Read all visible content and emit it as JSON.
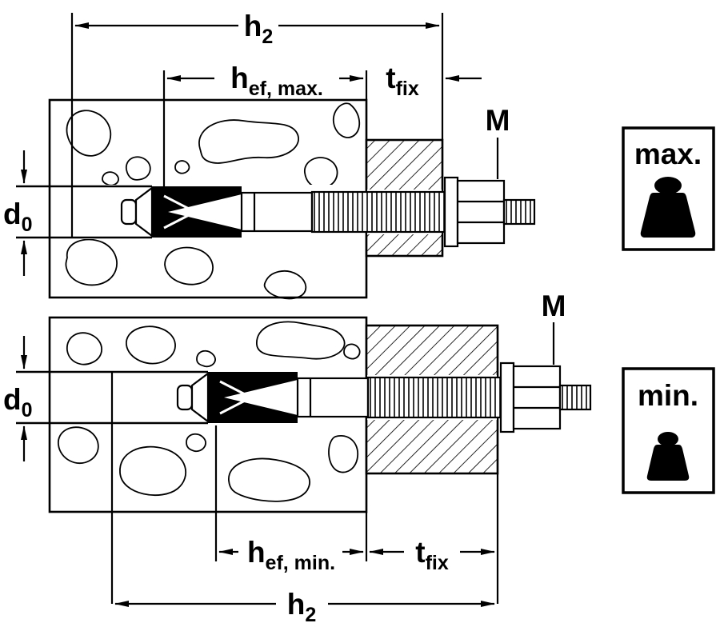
{
  "figure": {
    "type": "technical-diagram",
    "subject": "Bolt anchor installation cross-section with maximum and minimum embedment depth",
    "colors": {
      "line": "#000000",
      "background": "#ffffff",
      "fill": "#000000"
    }
  },
  "top": {
    "h2": {
      "base": "h",
      "sub": "2"
    },
    "hef": {
      "base": "h",
      "sub": "ef, max."
    },
    "tfix": {
      "base": "t",
      "sub": "fix"
    },
    "m": "M",
    "d0": {
      "base": "d",
      "sub": "0"
    }
  },
  "bottom": {
    "h2": {
      "base": "h",
      "sub": "2"
    },
    "hef": {
      "base": "h",
      "sub": "ef, min."
    },
    "tfix": {
      "base": "t",
      "sub": "fix"
    },
    "m": "M",
    "d0": {
      "base": "d",
      "sub": "0"
    }
  },
  "legend": {
    "max": "max.",
    "min": "min."
  }
}
